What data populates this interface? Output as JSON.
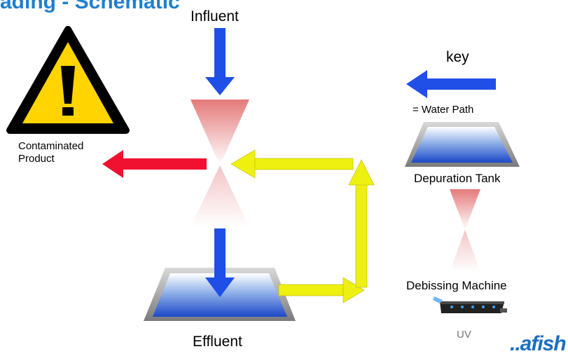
{
  "title": "ading - Schematic",
  "labels": {
    "influent": "Influent",
    "effluent": "Effluent",
    "contaminated_product": "Contaminated Product",
    "key": "key",
    "water_path": "= Water Path",
    "depuration_tank": "Depuration Tank",
    "debissing_machine": "Debissing Machine",
    "uv": "UV"
  },
  "logo_text": "..afish",
  "icons": {
    "warning": "warning-triangle-icon",
    "hourglass": "hourglass-filter-icon",
    "tank": "depuration-tank-icon",
    "machine": "debissing-machine-icon"
  },
  "colors": {
    "water_path": "#1f4fe6",
    "contaminated": "#f01030",
    "recirculation": "#eef010",
    "title": "#1f7fd0",
    "warning_fill": "#ffd400",
    "hourglass": "#e88080"
  }
}
